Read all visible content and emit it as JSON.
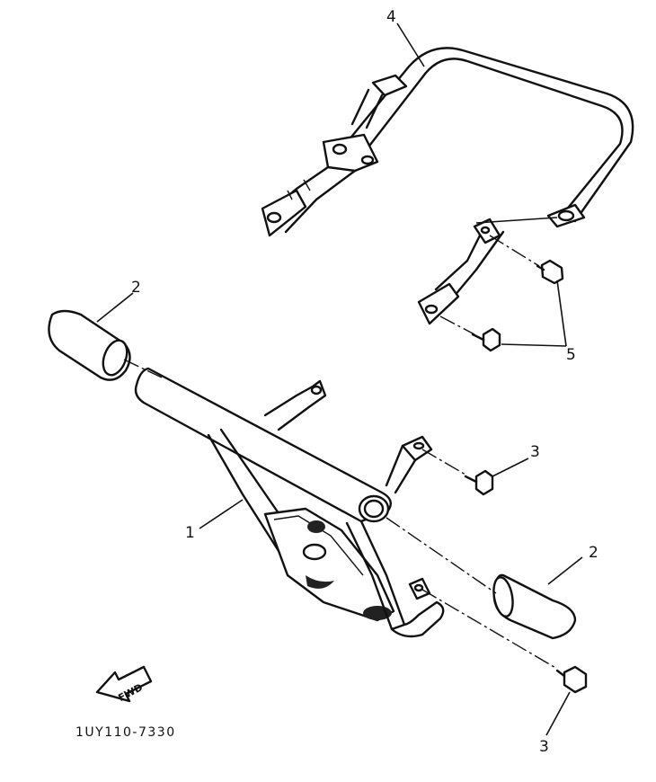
{
  "diagram": {
    "reference_code": "1UY110-7330",
    "direction_label": "FWD",
    "callouts": {
      "bumper": "1",
      "cap_left": "2",
      "cap_right": "2",
      "bolt_upper": "3",
      "bolt_lower": "3",
      "grab_bar": "4",
      "bolts_rear": "5"
    }
  }
}
